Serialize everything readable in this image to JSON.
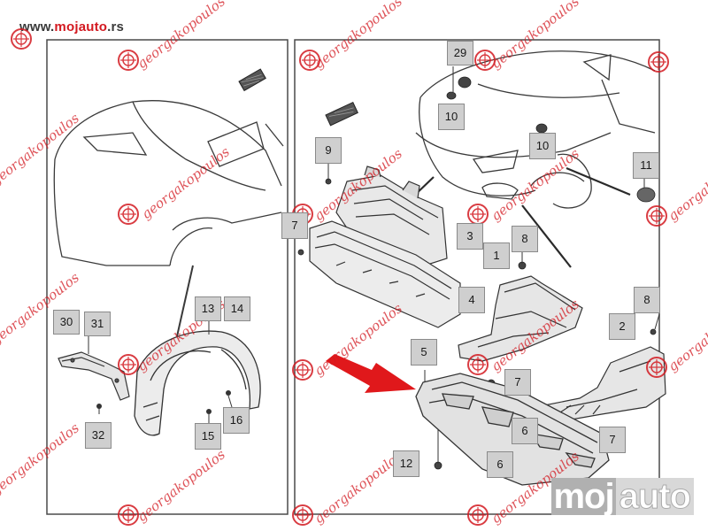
{
  "header": {
    "url_prefix": "www.",
    "url_brand": "mojauto",
    "url_suffix": ".rs"
  },
  "watermark": {
    "text": "georgakopoulos",
    "color": "#d31920"
  },
  "bottom_logo": {
    "part1": "moj",
    "part2": "auto"
  },
  "callouts": {
    "left_panel": [
      "30",
      "31",
      "13",
      "14",
      "32",
      "15",
      "16"
    ],
    "right_panel": [
      "29",
      "10",
      "10",
      "9",
      "11",
      "7",
      "3",
      "8",
      "1",
      "4",
      "8",
      "2",
      "5",
      "7",
      "6",
      "7",
      "12",
      "6"
    ]
  },
  "colors": {
    "line": "#3a3a3a",
    "callout_fill": "#cfcfcf",
    "arrow": "#e0181b"
  }
}
